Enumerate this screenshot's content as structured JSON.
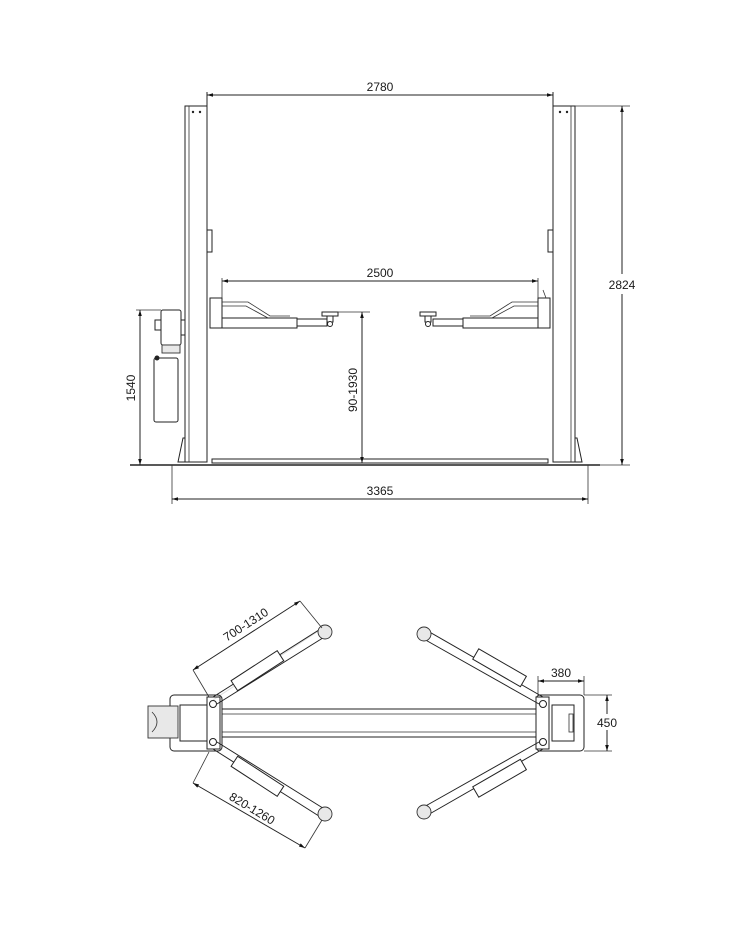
{
  "drawing": {
    "front_view": {
      "overall_inner_width": "2780",
      "arm_span": "2500",
      "overall_height": "2824",
      "power_unit_height": "1540",
      "lifting_height_range": "90-1930",
      "base_overall_width": "3365"
    },
    "top_view": {
      "short_arm_range": "700-1310",
      "long_arm_range": "820-1260",
      "column_base_depth": "380",
      "column_base_width": "450"
    },
    "colors": {
      "line": "#222222",
      "text": "#1a1a1a",
      "background": "#ffffff"
    }
  }
}
